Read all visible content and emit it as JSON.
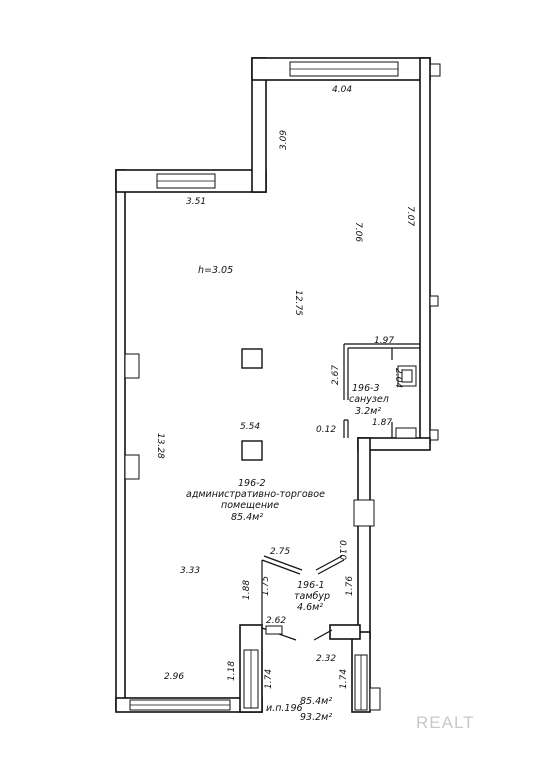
{
  "dimensions": {
    "d404": "4.04",
    "d309": "3.09",
    "d351": "3.51",
    "d706": "7.06",
    "d707": "7.07",
    "height": "h=3.05",
    "d1275": "12.75",
    "d197": "1.97",
    "d267": "2.67",
    "d204": "2.04",
    "d187": "1.87",
    "d012": "0.12",
    "d554": "5.54",
    "d1328": "13.28",
    "d275": "2.75",
    "d010": "0.10",
    "d333": "3.33",
    "d188": "1.88",
    "d175": "1.75",
    "d176": "1.76",
    "d262": "2.62",
    "d232": "2.32",
    "d296": "2.96",
    "d118": "1.18",
    "d174a": "1.74",
    "d174b": "1.74"
  },
  "rooms": {
    "sanuzel": {
      "number": "196-3",
      "name": "санузел",
      "area": "3.2м²"
    },
    "main": {
      "number": "196-2",
      "name_line1": "административно-торговое",
      "name_line2": "помещение",
      "area": "85.4м²"
    },
    "tambur": {
      "number": "196-1",
      "name": "тамбур",
      "area": "4.6м²"
    }
  },
  "totals": {
    "label": "и.п.196",
    "area_total": "85.4м²",
    "area_alt": "93.2м²"
  },
  "watermark": "REALT"
}
